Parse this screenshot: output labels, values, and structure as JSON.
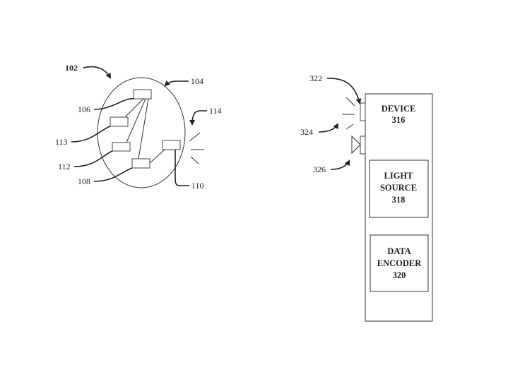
{
  "figure_left": {
    "system_ref": "102",
    "boundary_ref": "104",
    "nodes": [
      {
        "ref": "106"
      },
      {
        "ref": "113"
      },
      {
        "ref": "112"
      },
      {
        "ref": "108"
      },
      {
        "ref": "110"
      }
    ],
    "emission_ref": "114"
  },
  "figure_right": {
    "emitter_ref": "322",
    "light_ref": "324",
    "sensor_ref": "326",
    "device": {
      "name": "DEVICE",
      "ref": "316"
    },
    "light_source": {
      "line1": "LIGHT",
      "line2": "SOURCE",
      "ref": "318"
    },
    "data_encoder": {
      "line1": "DATA",
      "line2": "ENCODER",
      "ref": "320"
    }
  }
}
